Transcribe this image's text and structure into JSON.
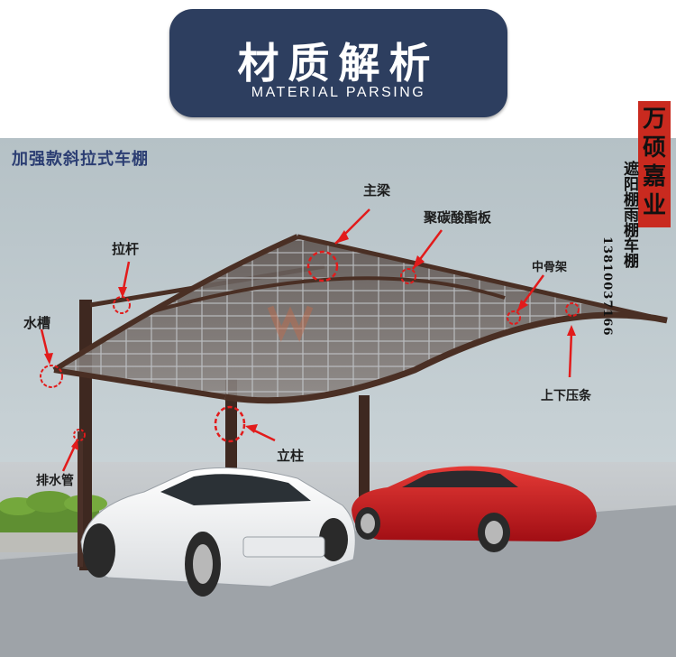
{
  "header": {
    "title_cn": "材质解析",
    "title_en": "MATERIAL PARSING",
    "bg_color": "#2d3e5f"
  },
  "subtitle": "加强款斜拉式车棚",
  "brand": {
    "name": "万硕嘉业",
    "product": "遮阳棚雨棚车棚",
    "phone": "13810037166",
    "accent": "#c92a1f"
  },
  "labels": {
    "main_beam": "主梁",
    "polycarbonate_panel": "聚碳酸酯板",
    "tie_rod": "拉杆",
    "middle_frame": "中骨架",
    "gutter": "水槽",
    "clamp_strip": "上下压条",
    "column": "立柱",
    "drain_pipe": "排水管"
  },
  "colors": {
    "marker": "#e21b1b",
    "frame": "#4a2f24",
    "white_car": "#f3f3f3",
    "red_car": "#c3151b"
  }
}
